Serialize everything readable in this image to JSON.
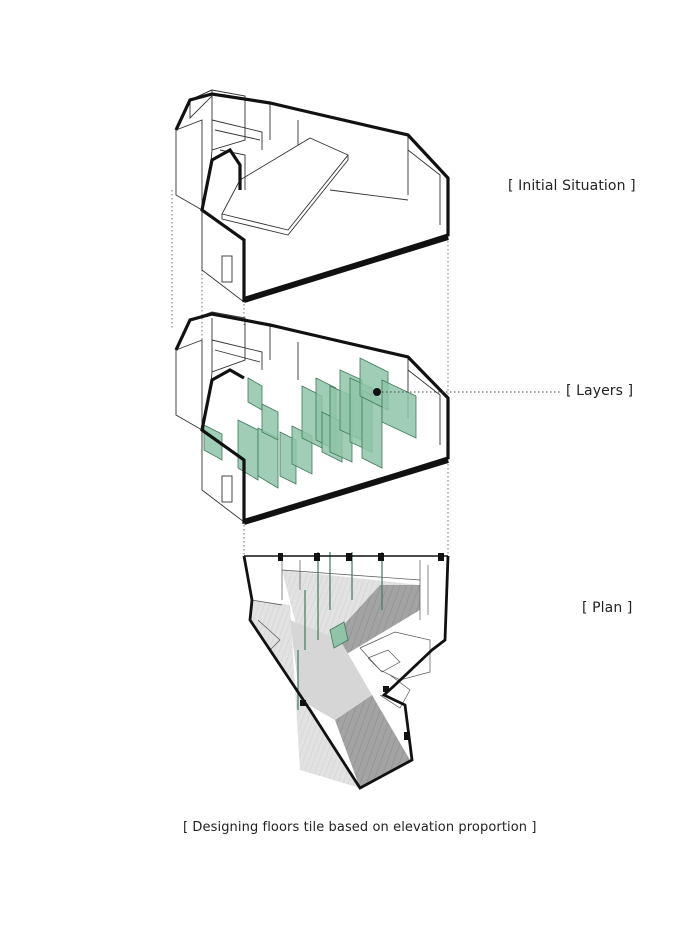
{
  "labels": {
    "initial": "[ Initial Situation ]",
    "layers": "[ Layers ]",
    "plan": "[ Plan ]",
    "caption": "[ Designing floors tile based on elevation proportion ]"
  },
  "colors": {
    "panel_fill": "#8fc4a8",
    "panel_stroke": "#3f7a5d",
    "wall": "#111111",
    "floor_dark": "#9a9a9a",
    "floor_light": "#d9d9d9"
  }
}
